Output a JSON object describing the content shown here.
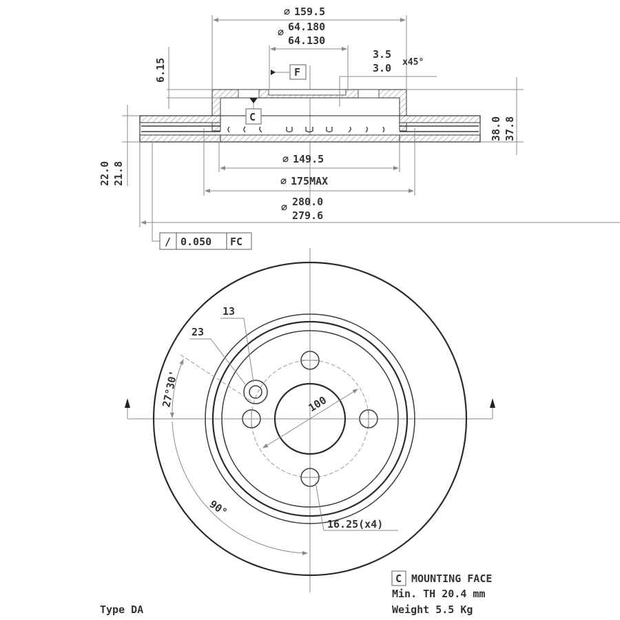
{
  "section_view": {
    "dim_outer_hat_diameter": "159.5",
    "dim_center_bore_max": "64.180",
    "dim_center_bore_min": "64.130",
    "dim_hat_offset": "6.15",
    "dim_chamfer_max": "3.5",
    "dim_chamfer_min": "3.0",
    "dim_chamfer_angle": "x45°",
    "datum_f": "F",
    "datum_c": "C",
    "dim_total_height_max": "38.0",
    "dim_total_height_min": "37.8",
    "dim_thickness_max": "22.0",
    "dim_thickness_min": "21.8",
    "dim_inner_friction_diameter": "149.5",
    "dim_175_max": "175MAX",
    "dim_outer_diameter_max": "280.0",
    "dim_outer_diameter_min": "279.6",
    "diameter_symbol": "⌀",
    "runout_symbol": "/",
    "runout_tolerance": "0.050",
    "runout_datum": "FC"
  },
  "plan_view": {
    "dim_13": "13",
    "dim_23": "23",
    "angle_27_30": "27°30'",
    "angle_90": "90°",
    "pcd": "100",
    "bolt_hole": "16.25(x4)"
  },
  "notes": {
    "mounting_face_box": "C",
    "mounting_face_label": "MOUNTING FACE",
    "min_thickness": "Min. TH 20.4 mm",
    "weight": "Weight 5.5 Kg",
    "type": "Type DA"
  }
}
